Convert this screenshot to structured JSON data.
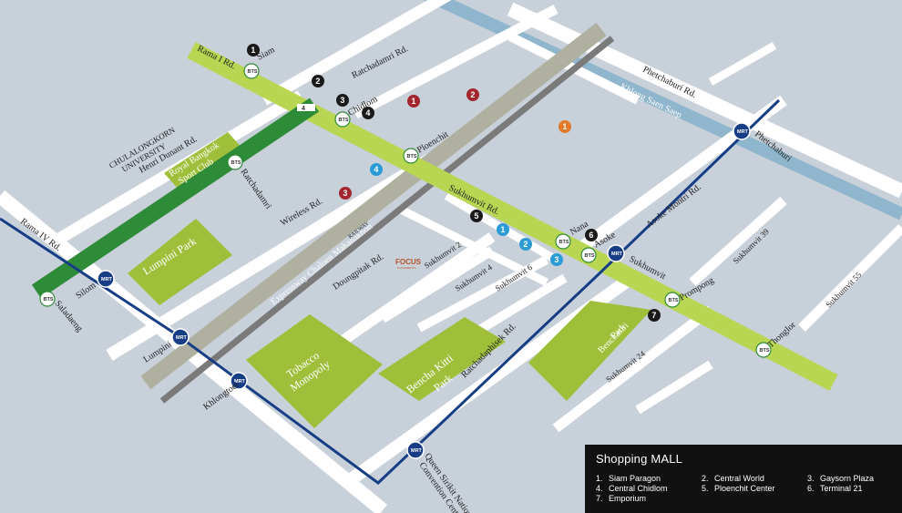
{
  "roads": {
    "rama1": "Rama I Rd.",
    "ratchadamri_rd": "Ratchadamri Rd.",
    "phetchaburi_rd": "Phetchaburi Rd.",
    "henri_dunant": "Henri Dunant Rd.",
    "wireless": "Wireless Rd.",
    "sukhumvit_rd": "Sukhumvit Rd.",
    "rama4": "Rama IV Rd.",
    "doungpitak": "Doungpitak Rd.",
    "expressway": "Expressway Chaloen Mahanakhon",
    "railway": "RAILWAY",
    "sukhumvit2": "Sukhumvit 2",
    "sukhumvit4": "Sukhumvit 4",
    "sukhumvit6": "Sukhumvit 6",
    "asoke_montri": "Asoke Montri Rd.",
    "sukhumvit39": "Sukhumvit 39",
    "sukhumvit55": "Sukhumvit 55",
    "sukhumvit24": "Sukhumvit 24",
    "ratchadaphisek": "Ratchadaphisek Rd.",
    "khlong": "Khlong Saen Saep"
  },
  "areas": {
    "chula_line1": "CHULALONGKORN",
    "chula_line2": "UNIVERSITY",
    "rbsc_line1": "Royal Bangkok",
    "rbsc_line2": "Sport Club",
    "lumpini_park": "Lumpini Park",
    "tobacco_line1": "Tobacco",
    "tobacco_line2": "Monopoly",
    "bencha_kitti_line1": "Bencha Kitti",
    "bencha_kitti_line2": "Park",
    "benchasiri_line1": "Benchasiri",
    "benchasiri_line2": "Park"
  },
  "stations": {
    "bts_tag": "BTS",
    "mrt_tag": "MRT",
    "siam": "Siam",
    "chidlom": "Chidlom",
    "ploenchit": "Ploenchit",
    "nana": "Nana",
    "asoke": "Asoke",
    "phrompong": "Prompong",
    "thonglor": "Thonglor",
    "ratchadamri": "Ratchadamri",
    "saladaeng": "Saladaeng",
    "silom": "Silom",
    "lumpini": "Lumpini",
    "khlongtoei": "Khlongtoei",
    "qsncc_line1": "Queen Sirikit National",
    "qsncc_line2": "Convention Center",
    "sukhumvit_mrt": "Sukhumvit",
    "phetchaburi_mrt": "Phetchaburi"
  },
  "markers": {
    "black": [
      "1",
      "2",
      "3",
      "4",
      "5",
      "6",
      "7"
    ],
    "red": [
      "1",
      "2",
      "3"
    ],
    "blue": [
      "1",
      "2",
      "3",
      "4"
    ],
    "orange": [
      "1"
    ]
  },
  "logo": {
    "main": "FOCUS",
    "sub": "PLACEMENTS"
  },
  "colors": {
    "background": "#c8d0da",
    "road": "#ffffff",
    "park": "#9fbf3a",
    "bts_sukhumvit": "#b8d652",
    "bts_silom": "#2e8b38",
    "mrt": "#173d85",
    "khlong": "#8fb6cc",
    "expressway": "#b0b0a0",
    "railway": "#7a7a7a",
    "marker_black": "#1a1a1a",
    "marker_red": "#a3262f",
    "marker_blue": "#2a9bd6",
    "marker_orange": "#e37a2a"
  },
  "legend": {
    "title": "Shopping MALL",
    "items": [
      {
        "num": "1.",
        "name": "Siam Paragon"
      },
      {
        "num": "2.",
        "name": "Central World"
      },
      {
        "num": "3.",
        "name": "Gaysorn Plaza"
      },
      {
        "num": "4.",
        "name": "Central Chidlom"
      },
      {
        "num": "5.",
        "name": "Ploenchit Center"
      },
      {
        "num": "6.",
        "name": "Terminal 21"
      },
      {
        "num": "7.",
        "name": "Emporium"
      }
    ]
  }
}
